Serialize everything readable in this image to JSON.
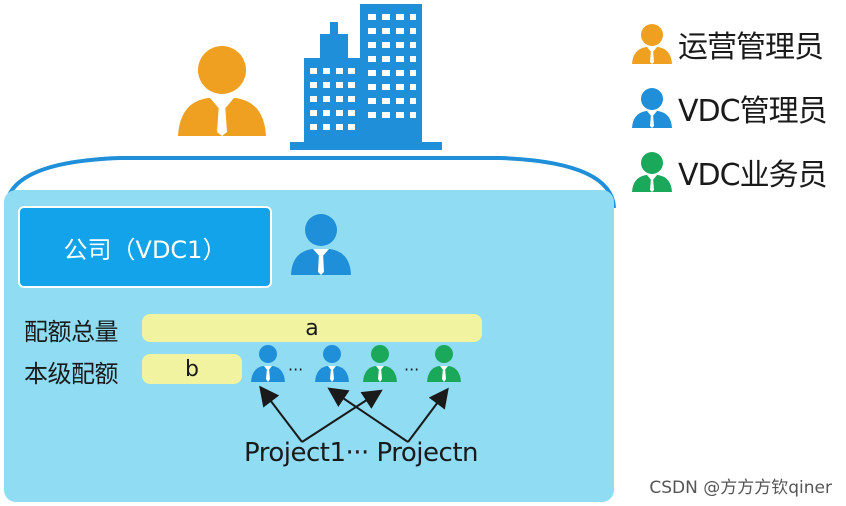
{
  "legend": {
    "operator_label": "运营管理员",
    "vdc_admin_label": "VDC管理员",
    "vdc_operator_label": "VDC业务员"
  },
  "company": {
    "label": "公司（VDC1）"
  },
  "quota": {
    "total_label": "配额总量",
    "total_value": "a",
    "local_label": "本级配额",
    "local_value": "b"
  },
  "projects": {
    "label": "Project1··· Projectn"
  },
  "dots": {
    "sep": "···"
  },
  "watermark": "CSDN @方方方钦qiner",
  "colors": {
    "operator": "#f0a020",
    "vdc_admin": "#1e8fd8",
    "vdc_operator": "#1aa85a",
    "panel": "#8fdcf3",
    "company_box": "#12a3ea",
    "quota_bar": "#f1f3a0"
  }
}
